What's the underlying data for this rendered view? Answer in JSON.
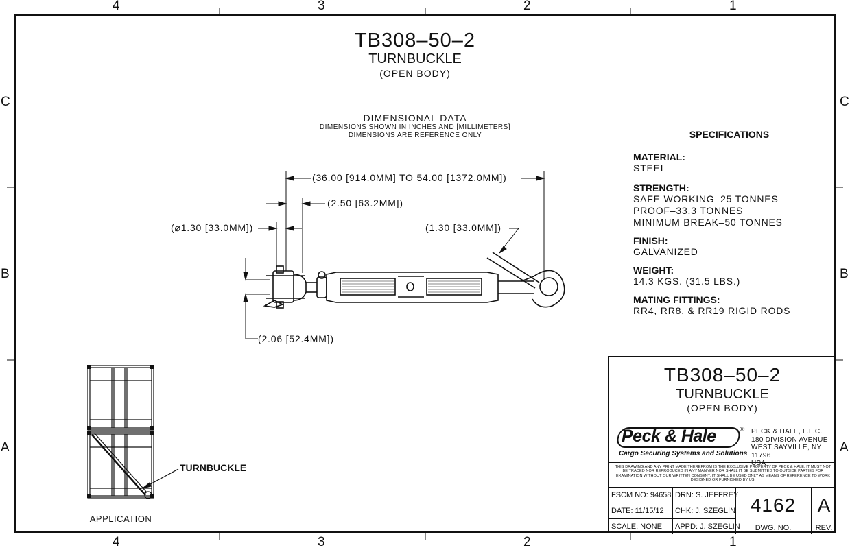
{
  "zones": {
    "top": [
      "4",
      "3",
      "2",
      "1"
    ],
    "bottom": [
      "4",
      "3",
      "2",
      "1"
    ],
    "left": [
      "C",
      "B",
      "A"
    ],
    "right": [
      "C",
      "B",
      "A"
    ]
  },
  "header": {
    "part_number": "TB308–50–2",
    "name": "TURNBUCKLE",
    "variant": "(OPEN BODY)"
  },
  "dimensional": {
    "title": "DIMENSIONAL DATA",
    "line1": "DIMENSIONS SHOWN IN INCHES AND [MILLIMETERS]",
    "line2": "DIMENSIONS ARE REFERENCE ONLY"
  },
  "dimensions": {
    "overall": "(36.00 [914.0MM] TO 54.00 [1372.0MM])",
    "jaw_len": "(2.50 [63.2MM])",
    "jaw_dia": "(⌀1.30 [33.0MM])",
    "hook": "(1.30 [33.0MM])",
    "width": "(2.06 [52.4MM])"
  },
  "specifications": {
    "title": "SPECIFICATIONS",
    "material_label": "MATERIAL:",
    "material": "STEEL",
    "strength_label": "STRENGTH:",
    "strength": [
      "SAFE WORKING–25 TONNES",
      "PROOF–33.3 TONNES",
      "MINIMUM BREAK–50 TONNES"
    ],
    "finish_label": "FINISH:",
    "finish": "GALVANIZED",
    "weight_label": "WEIGHT:",
    "weight": "14.3 KGS. (31.5 LBS.)",
    "mating_label": "MATING FITTINGS:",
    "mating": "RR4, RR8, & RR19 RIGID RODS"
  },
  "application": {
    "callout": "TURNBUCKLE",
    "caption": "APPLICATION"
  },
  "title_block": {
    "part_number": "TB308–50–2",
    "name": "TURNBUCKLE",
    "variant": "(OPEN BODY)",
    "logo_text": "Peck & Hale",
    "logo_reg": "®",
    "tagline": "Cargo Securing Systems and Solutions",
    "company": [
      "PECK & HALE, L.L.C.",
      "180 DIVISION AVENUE",
      "WEST SAYVILLE, NY 11796",
      "USA"
    ],
    "notice": "THIS DRAWING AND ANY PRINT MADE THEREFROM IS THE EXCLUSIVE PROPERTY OF PECK & HALE. IT MUST NOT BE TRACED NOR REPRODUCED IN ANY MANNER NOR SHALL IT BE SUBMITTED TO OUTSIDE PARTIES FOR EXAMINATION WITHOUT OUR WRITTEN CONSENT. IT SHALL BE USED ONLY AS MEANS OF REFERENCE TO WORK DESIGNED OR FURNISHED BY US.",
    "fscm": "FSCM NO: 94658",
    "drn": "DRN: S. JEFFREY",
    "date": "DATE: 11/15/12",
    "chk": "CHK: J. SZEGLIN",
    "scale": "SCALE: NONE",
    "appd": "APPD: J. SZEGLIN",
    "dwg_no": "4162",
    "dwg_label": "DWG. NO.",
    "rev": "A",
    "rev_label": "REV."
  }
}
